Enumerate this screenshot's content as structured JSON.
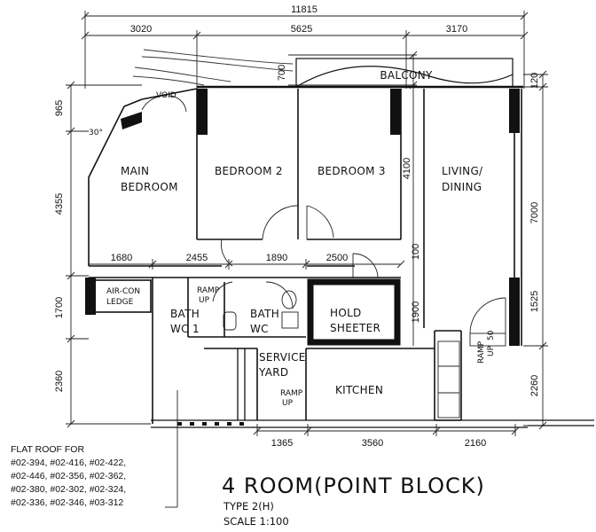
{
  "dimensions": {
    "overall": "11815",
    "top_left": "3020",
    "top_mid": "5625",
    "top_right": "3170",
    "left_1": "965",
    "left_2": "4355",
    "left_3": "1700",
    "left_4": "2360",
    "mid_v_1": "700",
    "mid_v_2": "4100",
    "mid_v_3": "100",
    "mid_v_4": "1900",
    "right_1": "120",
    "right_2": "7000",
    "right_3": "1525",
    "right_4": "2260",
    "row_1680": "1680",
    "row_2455": "2455",
    "row_1890": "1890",
    "row_2500": "2500",
    "bottom_1": "1365",
    "bottom_2": "3560",
    "bottom_3": "2160",
    "ramp_w": "50"
  },
  "rooms": {
    "balcony": "BALCONY",
    "void": "VOID",
    "angle": "30°",
    "main_bedroom_1": "MAIN",
    "main_bedroom_2": "BEDROOM",
    "bedroom2": "BEDROOM 2",
    "bedroom3": "BEDROOM 3",
    "living_1": "LIVING/",
    "living_2": "DINING",
    "aircon_1": "AIR-CON",
    "aircon_2": "LEDGE",
    "ramp_1": "RAMP",
    "ramp_2": "UP",
    "bath1_1": "BATH",
    "bath1_2": "WC 1",
    "bath2_1": "BATH",
    "bath2_2": "WC",
    "shelter_1": "HOLD",
    "shelter_2": "SHEETER",
    "service_1": "SERVICE",
    "service_2": "YARD",
    "ramp_sy_1": "RAMP",
    "ramp_sy_2": "UP",
    "kitchen": "KITCHEN",
    "ramp_r_1": "RAMP",
    "ramp_r_2": "UP"
  },
  "notes": {
    "line1": "FLAT ROOF FOR",
    "line2": "#02-394, #02-416, #02-422,",
    "line3": "#02-446, #02-356, #02-362,",
    "line4": "#02-380, #02-302, #02-324,",
    "line5": "#02-336, #02-346, #03-312"
  },
  "title": {
    "main": "4 ROOM(POINT BLOCK)",
    "type": "TYPE 2(H)",
    "scale": "SCALE 1:100"
  }
}
